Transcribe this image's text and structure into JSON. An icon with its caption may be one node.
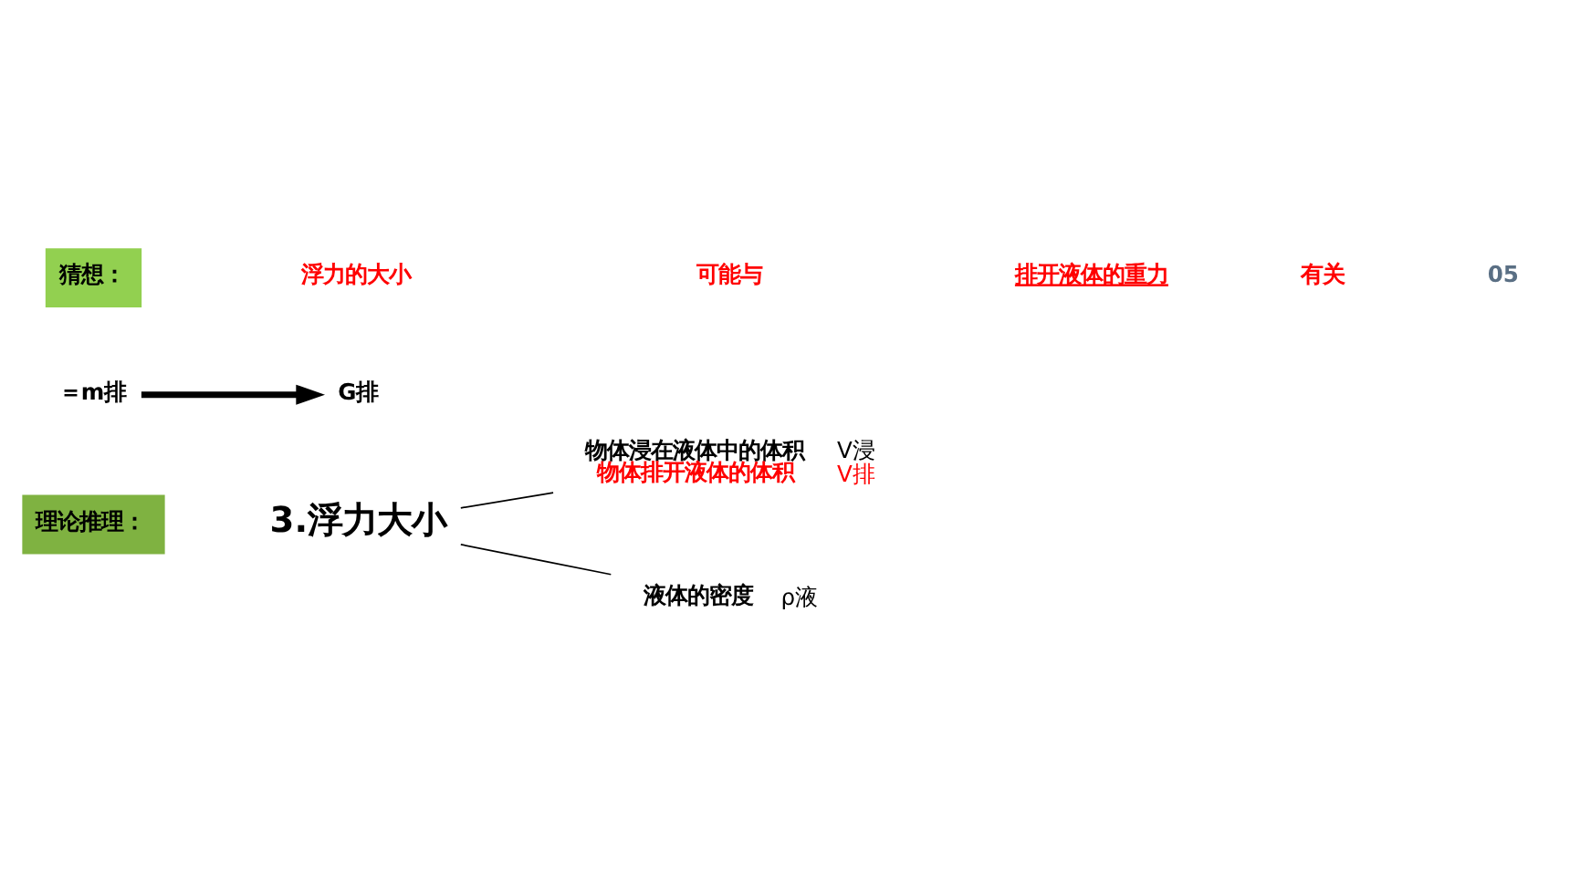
{
  "diagram": {
    "nodes": [
      {
        "text": [
          "理论推理："
        ]
      },
      {
        "text": [
          "3.浮力大小"
        ]
      },
      {
        "text": [
          "物体浸在液体中的体积",
          "物体排开液体的体积"
        ],
        "beside": [
          "V浸",
          "V排"
        ]
      },
      {
        "text": [
          "液体的密度"
        ],
        "beside": [
          "ρ液"
        ]
      },
      {
        "text": [
          "＝m排"
        ]
      },
      {
        "text": [
          "G排"
        ]
      },
      {
        "text": [
          "猜想："
        ]
      }
    ],
    "edges": [
      {
        "from": 1,
        "to": 2,
        "arrow": "none"
      },
      {
        "from": 1,
        "to": 3,
        "arrow": "none"
      },
      {
        "from": 4,
        "to": 5,
        "arrow": "to",
        "style": "thick"
      }
    ],
    "labels": [
      "浮力的大小",
      "可能与",
      "排开液体的重力",
      "有关",
      "05"
    ]
  }
}
